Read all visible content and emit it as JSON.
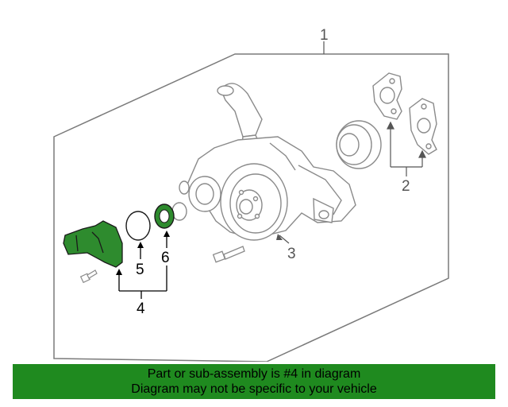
{
  "callouts": {
    "c1": "1",
    "c2": "2",
    "c3": "3",
    "c4": "4",
    "c5": "5",
    "c6": "6"
  },
  "colors": {
    "highlight": "#2e8b2e",
    "banner": "#1f8a1f",
    "line": "#666666"
  },
  "banner": {
    "line1": "Part or sub-assembly is #4 in diagram",
    "line2": "Diagram may not be specific to your vehicle"
  }
}
